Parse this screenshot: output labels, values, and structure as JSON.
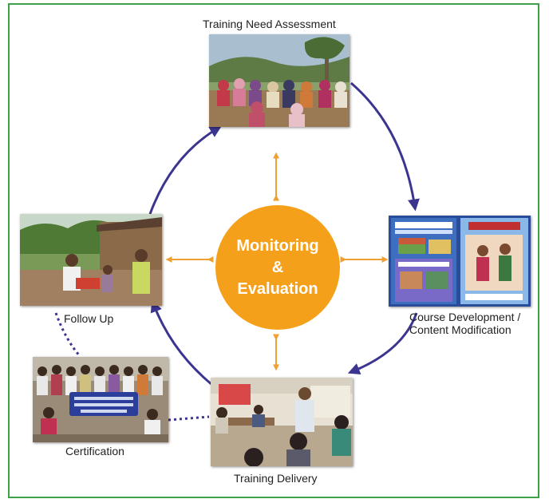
{
  "center": {
    "line1": "Monitoring",
    "line2": "&",
    "line3": "Evaluation"
  },
  "stages": {
    "assessment": "Training Need Assessment",
    "development_line1": "Course Development /",
    "development_line2": "Content Modification",
    "delivery": "Training Delivery",
    "follow_up": "Follow Up",
    "certification": "Certification"
  },
  "colors": {
    "frame": "#3fa04a",
    "cycle_arrow": "#3b3590",
    "center_circle": "#f5a01a",
    "spoke_arrow": "#f0a030"
  }
}
